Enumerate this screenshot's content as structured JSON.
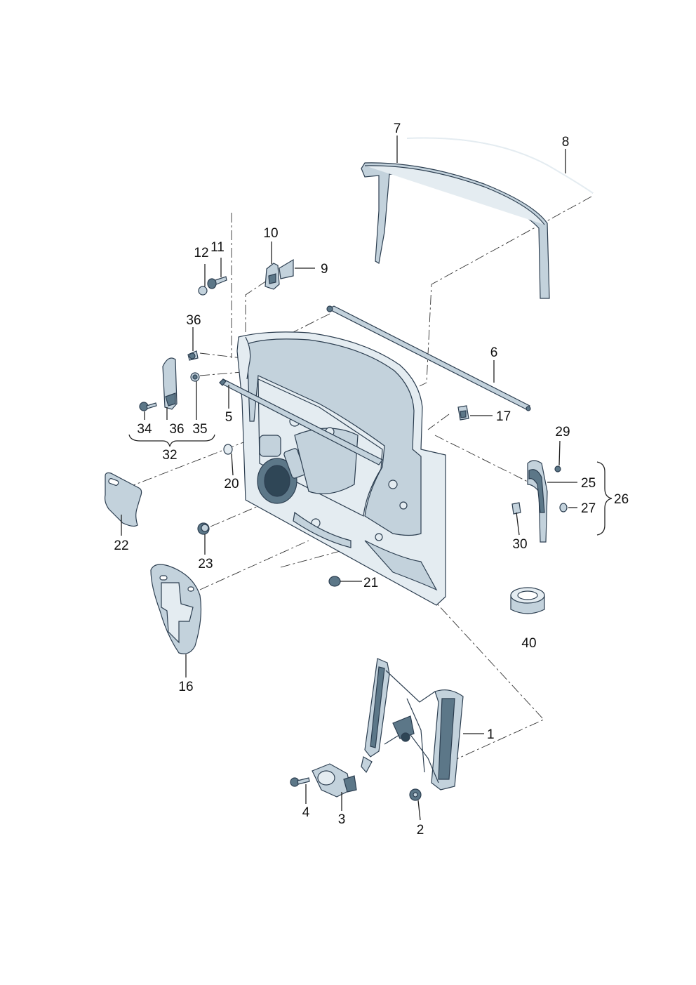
{
  "callouts": {
    "n1": "1",
    "n2": "2",
    "n3": "3",
    "n4": "4",
    "n5": "5",
    "n6": "6",
    "n7": "7",
    "n8": "8",
    "n9": "9",
    "n10": "10",
    "n11": "11",
    "n12": "12",
    "n16": "16",
    "n17": "17",
    "n20": "20",
    "n21": "21",
    "n22": "22",
    "n23": "23",
    "n25": "25",
    "n26": "26",
    "n27": "27",
    "n29": "29",
    "n30": "30",
    "n32": "32",
    "n34": "34",
    "n35": "35",
    "n36a": "36",
    "n36b": "36",
    "n40": "40"
  },
  "colors": {
    "part_fill": "#c3d2dc",
    "part_light": "#e4ecf1",
    "part_dark": "#2f4656",
    "line": "#222222"
  }
}
